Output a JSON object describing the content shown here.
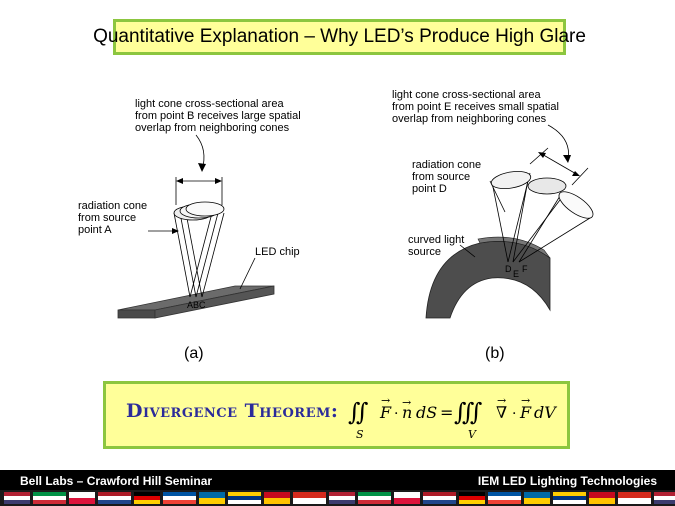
{
  "title": "Quantitative Explanation – Why LED’s Produce High Glare",
  "diagram_a": {
    "cone_area_label": "light cone cross-sectional area\nfrom point B receives large spatial\noverlap from neighboring cones",
    "radiation_cone_label": "radiation cone\nfrom source\npoint A",
    "chip_label": "LED chip",
    "points_label": "ABC",
    "caption": "(a)"
  },
  "diagram_b": {
    "cone_area_label": "light cone cross-sectional area\nfrom point E receives small spatial\noverlap from neighboring cones",
    "radiation_cone_label": "radiation cone\nfrom source\npoint D",
    "source_label": "curved light\nsource",
    "points": [
      "D",
      "E",
      "F"
    ],
    "caption": "(b)"
  },
  "theorem": {
    "name": "Divergence Theorem:",
    "lhs_sub": "S",
    "rhs_sub": "V"
  },
  "footer": {
    "left": "Bell Labs – Crawford Hill Seminar",
    "right": "IEM LED Lighting Technologies"
  },
  "colors": {
    "title_bg": "#ffff99",
    "title_border": "#8cc63f",
    "theorem_text": "#2b2b9a",
    "footer_bg": "#000000"
  }
}
